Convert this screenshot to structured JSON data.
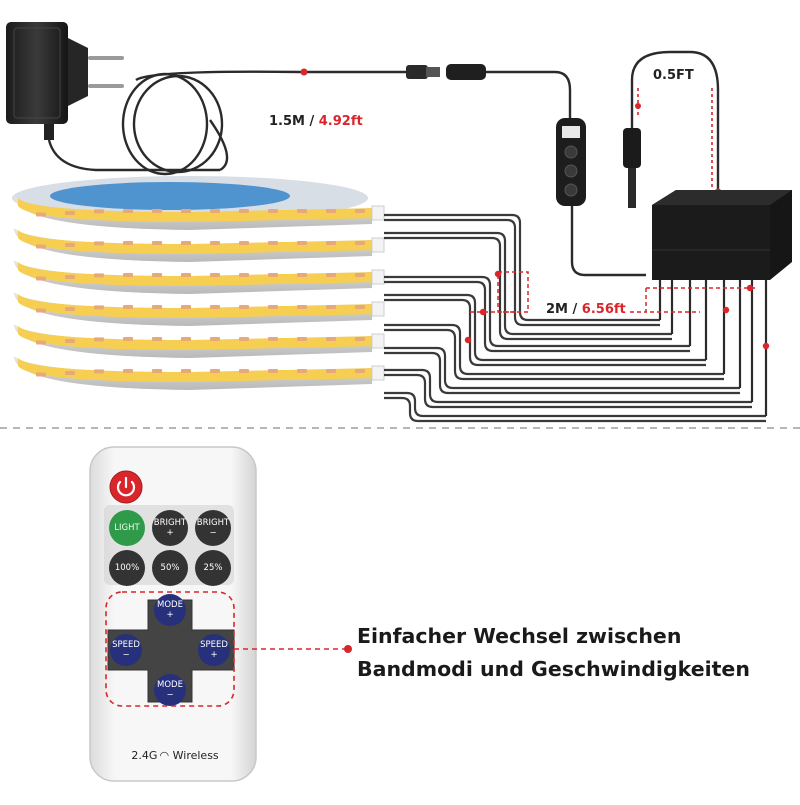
{
  "labels": {
    "cable_main": "1.5M / ",
    "cable_main_ft": "4.92ft",
    "cable_short": "0.5FT",
    "cable_split": "2M / ",
    "cable_split_ft": "6.56ft"
  },
  "remote": {
    "buttons": {
      "light": "LIGHT",
      "bright_plus_1": "BRIGHT",
      "bright_plus_2": "+",
      "bright_minus_1": "BRIGHT",
      "bright_minus_2": "−",
      "p100": "100%",
      "p50": "50%",
      "p25": "25%",
      "mode_plus_1": "MODE",
      "mode_plus_2": "+",
      "speed_minus_1": "SPEED",
      "speed_minus_2": "−",
      "speed_plus_1": "SPEED",
      "speed_plus_2": "+",
      "mode_minus_1": "MODE",
      "mode_minus_2": "−"
    },
    "wireless": "2.4G ◠ Wireless"
  },
  "feature": {
    "line1": "Einfacher Wechsel zwischen",
    "line2": "Bandmodi und Geschwindigkeiten"
  },
  "colors": {
    "accent_red": "#d9262b",
    "power_green": "#2e9a4a",
    "button_blue": "#27307a",
    "led_yellow": "#f6cf52"
  },
  "icons": [
    "power-adapter-icon",
    "power-button-icon",
    "wireless-signal-icon"
  ]
}
